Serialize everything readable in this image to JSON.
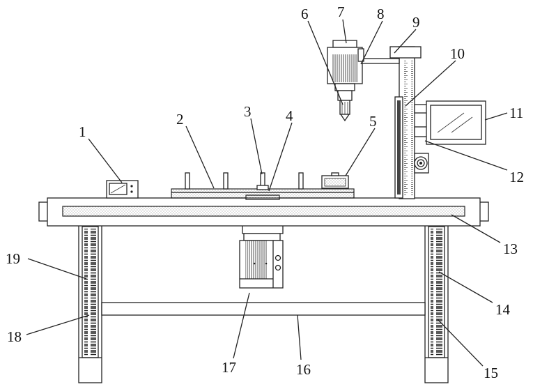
{
  "figure": {
    "labels": [
      "1",
      "2",
      "3",
      "4",
      "5",
      "6",
      "7",
      "8",
      "9",
      "10",
      "11",
      "12",
      "13",
      "14",
      "15",
      "16",
      "17",
      "18",
      "19"
    ]
  }
}
